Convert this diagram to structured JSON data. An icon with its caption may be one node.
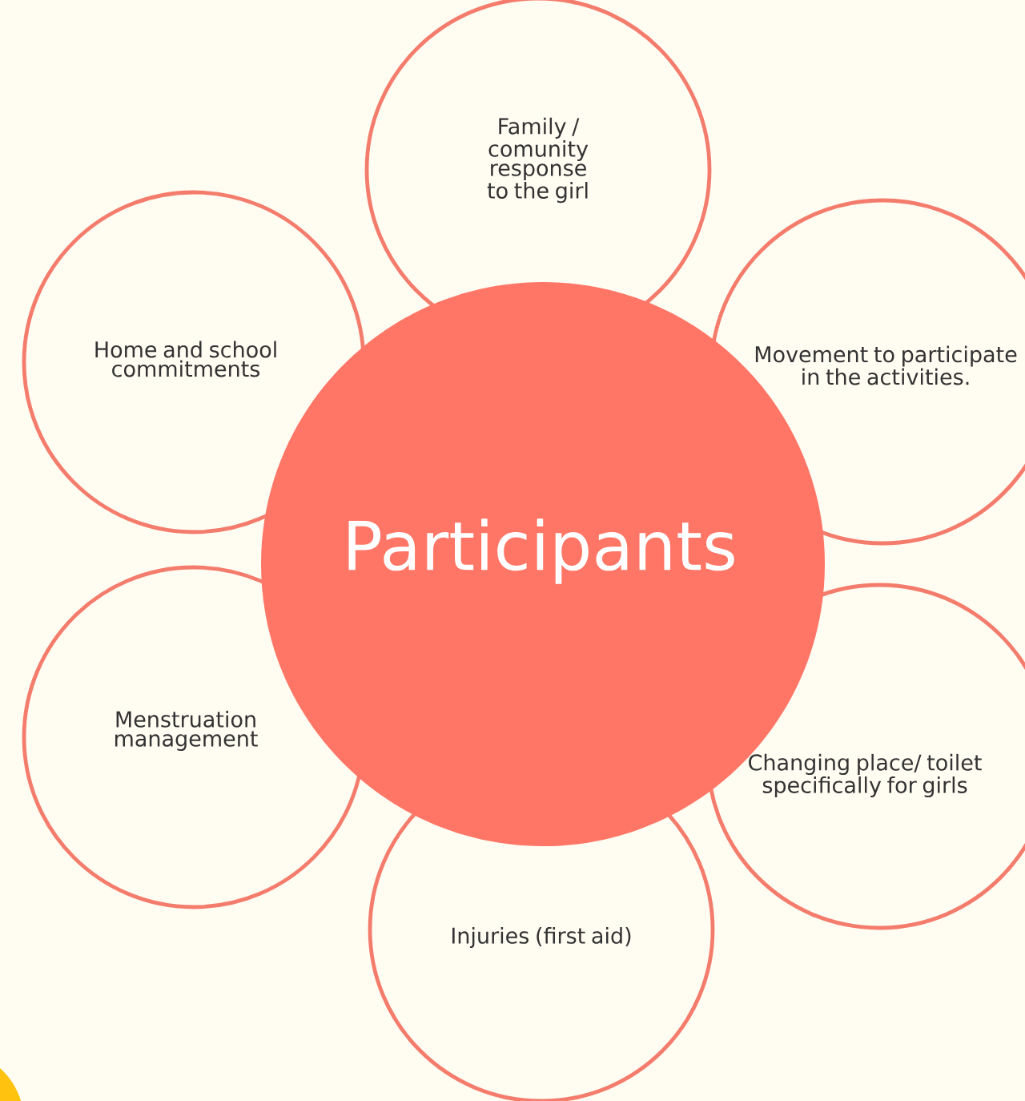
{
  "diagram": {
    "nodes": [
      {
        "text": [
          "Family / comunity response to the girl"
        ]
      },
      {
        "text": [
          "Home and school commitments"
        ]
      },
      {
        "text": [
          "Movement to participate in the activities."
        ]
      },
      {
        "text": [
          "Participants"
        ]
      },
      {
        "text": [
          "Menstruation management"
        ]
      },
      {
        "text": [
          "Changing place/ toilet specifically for girls"
        ]
      },
      {
        "text": [
          "Injuries (first aid)"
        ]
      }
    ]
  }
}
